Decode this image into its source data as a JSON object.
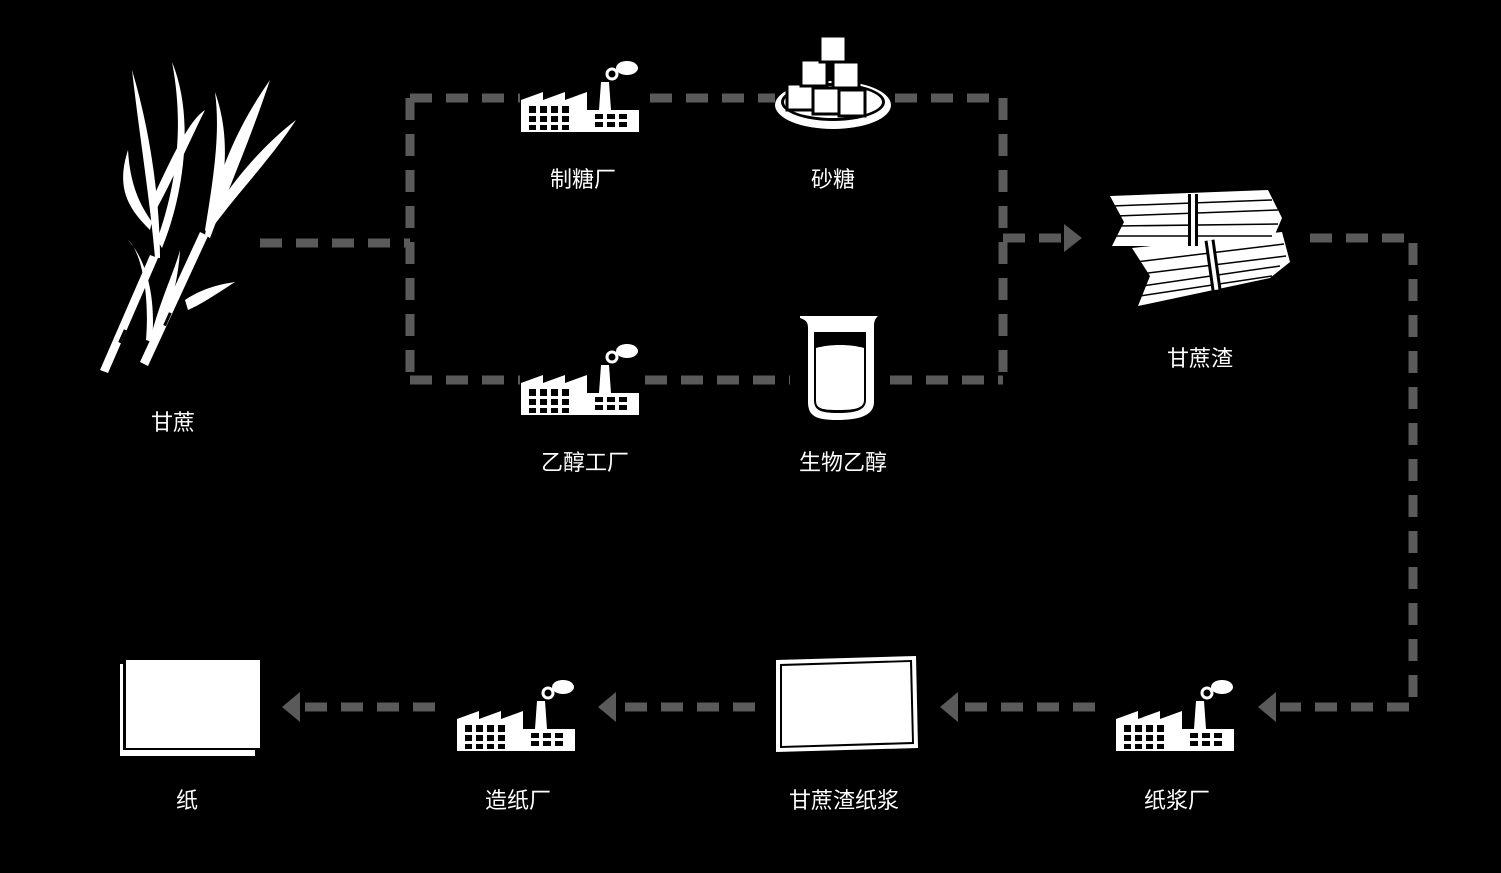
{
  "colors": {
    "background": "#000000",
    "icon": "#ffffff",
    "connector": "#5a5a5a"
  },
  "nodes": {
    "sugarcane": {
      "label": "甘蔗",
      "icon": "sugarcane-icon"
    },
    "sugar_mill": {
      "label": "制糖厂",
      "icon": "factory-icon"
    },
    "sugar": {
      "label": "砂糖",
      "icon": "sugar-cubes-icon"
    },
    "ethanol_plant": {
      "label": "乙醇工厂",
      "icon": "factory-icon"
    },
    "bioethanol": {
      "label": "生物乙醇",
      "icon": "beaker-icon"
    },
    "bagasse": {
      "label": "甘蔗渣",
      "icon": "fiber-bundle-icon"
    },
    "pulp_mill": {
      "label": "纸浆厂",
      "icon": "factory-icon"
    },
    "bagasse_pulp": {
      "label": "甘蔗渣纸浆",
      "icon": "pulp-sheet-icon"
    },
    "paper_mill": {
      "label": "造纸厂",
      "icon": "factory-icon"
    },
    "paper": {
      "label": "纸",
      "icon": "paper-icon"
    }
  },
  "flow": [
    [
      "sugarcane",
      "sugar_mill"
    ],
    [
      "sugarcane",
      "ethanol_plant"
    ],
    [
      "sugar_mill",
      "sugar"
    ],
    [
      "ethanol_plant",
      "bioethanol"
    ],
    [
      "sugar",
      "bagasse"
    ],
    [
      "bioethanol",
      "bagasse"
    ],
    [
      "bagasse",
      "pulp_mill"
    ],
    [
      "pulp_mill",
      "bagasse_pulp"
    ],
    [
      "bagasse_pulp",
      "paper_mill"
    ],
    [
      "paper_mill",
      "paper"
    ]
  ]
}
